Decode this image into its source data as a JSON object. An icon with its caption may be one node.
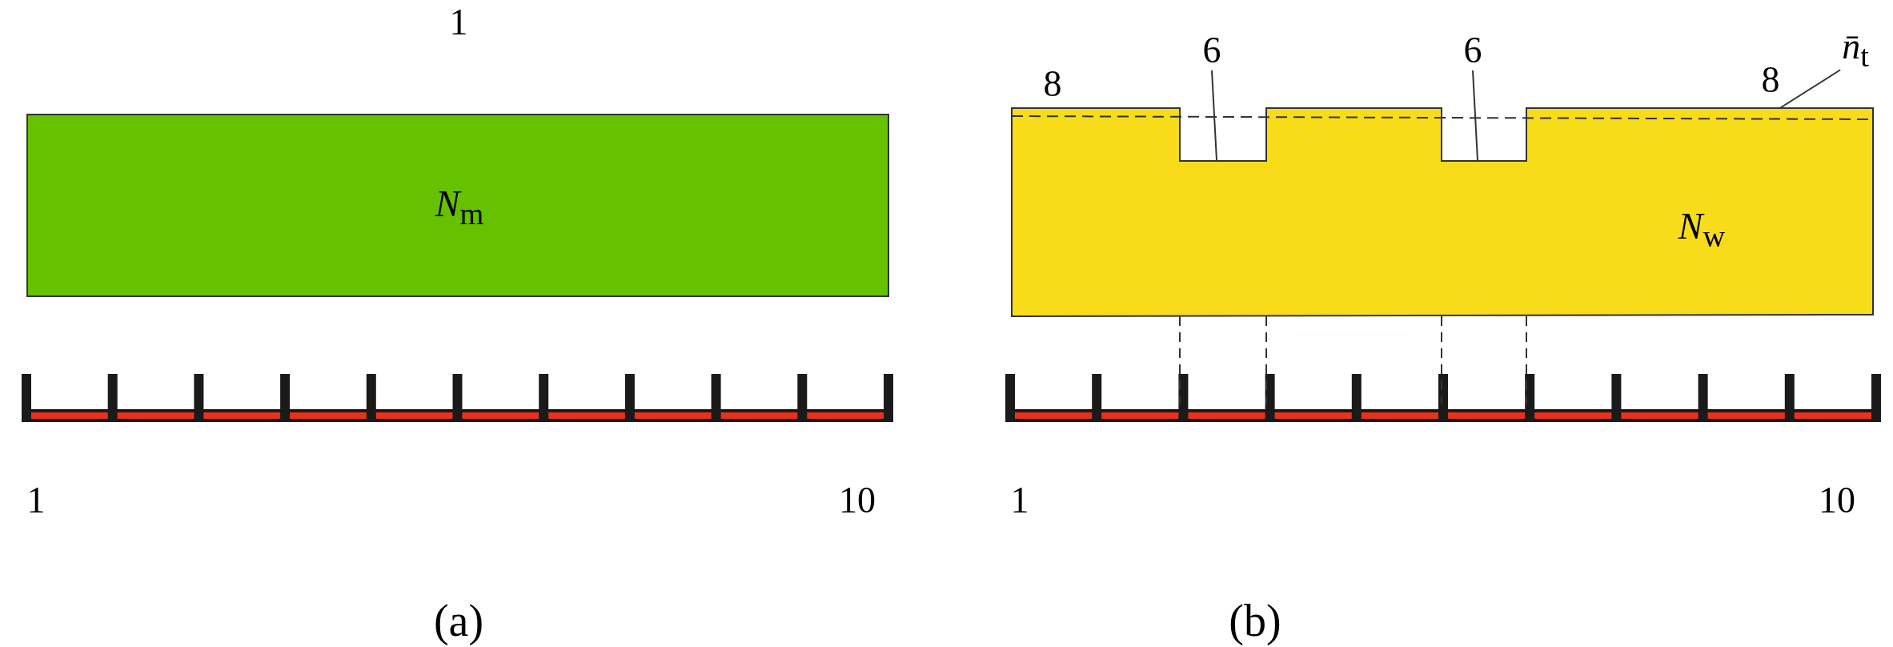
{
  "diagram": {
    "nodes": [
      {
        "text": [
          "*N*$_{m}$"
        ],
        "beside": [
          "1"
        ]
      },
      {
        "text": [
          "*N*$_{w}$"
        ],
        "beside": [
          "8",
          "8"
        ]
      },
      {
        "text": [
          "6"
        ]
      },
      {
        "text": [
          "6"
        ]
      },
      {
        "text": [
          "*n̄*$_{t}$"
        ]
      }
    ],
    "edges": [
      {
        "from": 2,
        "to": 1,
        "arrow": "none"
      },
      {
        "from": 3,
        "to": 1,
        "arrow": "none"
      },
      {
        "from": 4,
        "to": 1,
        "arrow": "none"
      }
    ],
    "labels": [
      "1",
      "10",
      "1",
      "10",
      "(a)",
      "(b)"
    ]
  }
}
